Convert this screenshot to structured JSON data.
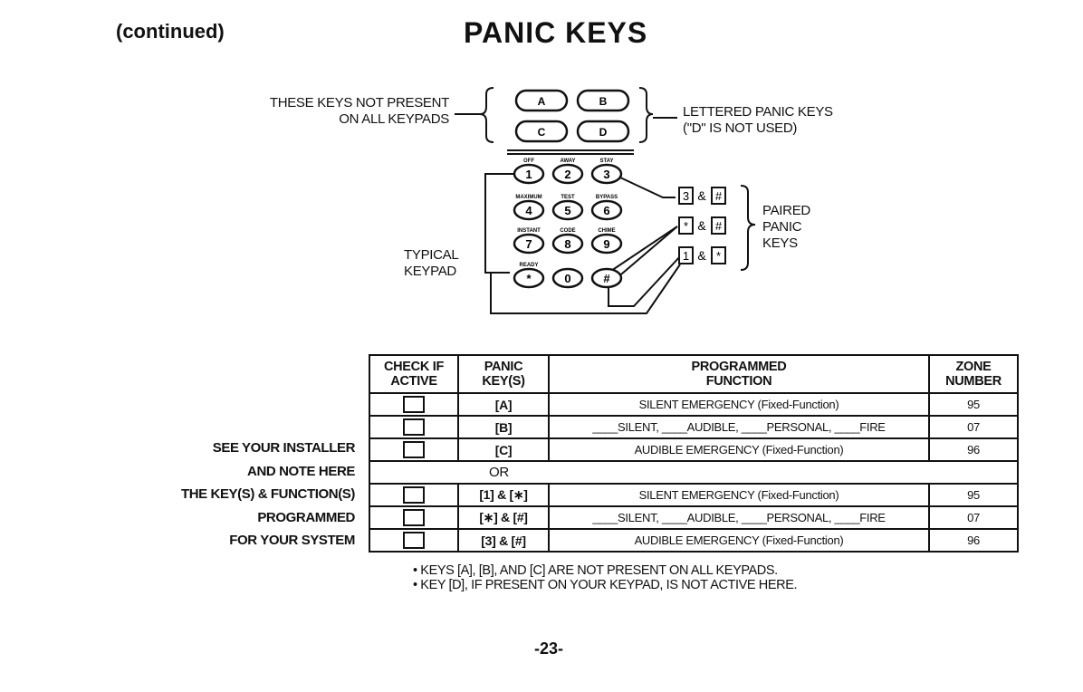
{
  "header": {
    "continued": "(continued)",
    "title": "PANIC KEYS"
  },
  "keypad": {
    "note_keys_not_present": [
      "THESE KEYS NOT PRESENT",
      "ON ALL KEYPADS"
    ],
    "lettered_label": [
      "LETTERED PANIC KEYS",
      "(\"D\" IS NOT USED)"
    ],
    "typical_label": [
      "TYPICAL",
      "KEYPAD"
    ],
    "paired_label": [
      "PAIRED",
      "PANIC",
      "KEYS"
    ],
    "letter_keys": [
      "A",
      "B",
      "C",
      "D"
    ],
    "number_keys": [
      {
        "key": "1",
        "caption": "OFF"
      },
      {
        "key": "2",
        "caption": "AWAY"
      },
      {
        "key": "3",
        "caption": "STAY"
      },
      {
        "key": "4",
        "caption": "MAXIMUM"
      },
      {
        "key": "5",
        "caption": "TEST"
      },
      {
        "key": "6",
        "caption": "BYPASS"
      },
      {
        "key": "7",
        "caption": "INSTANT"
      },
      {
        "key": "8",
        "caption": "CODE"
      },
      {
        "key": "9",
        "caption": "CHIME"
      },
      {
        "key": "*",
        "caption": "READY"
      },
      {
        "key": "0",
        "caption": ""
      },
      {
        "key": "#",
        "caption": ""
      }
    ],
    "pairs": [
      {
        "a": "3",
        "amp": "&",
        "b": "#"
      },
      {
        "a": "*",
        "amp": "&",
        "b": "#"
      },
      {
        "a": "1",
        "amp": "&",
        "b": "*"
      }
    ]
  },
  "side_note": [
    "SEE YOUR INSTALLER",
    "AND NOTE HERE",
    "THE KEY(S) & FUNCTION(S)",
    "PROGRAMMED",
    "FOR YOUR SYSTEM"
  ],
  "table": {
    "headers": {
      "check": [
        "CHECK IF",
        "ACTIVE"
      ],
      "keys": [
        "PANIC",
        "KEY(S)"
      ],
      "function": [
        "PROGRAMMED",
        "FUNCTION"
      ],
      "zone": [
        "ZONE",
        "NUMBER"
      ]
    },
    "rows_top": [
      {
        "keys": "[A]",
        "function": "SILENT EMERGENCY (Fixed-Function)",
        "zone": "95"
      },
      {
        "keys": "[B]",
        "function": "____SILENT, ____AUDIBLE, ____PERSONAL, ____FIRE",
        "zone": "07"
      },
      {
        "keys": "[C]",
        "function": "AUDIBLE EMERGENCY (Fixed-Function)",
        "zone": "96"
      }
    ],
    "or_text": "OR",
    "rows_bottom": [
      {
        "keys": "[1] & [∗]",
        "function": "SILENT EMERGENCY (Fixed-Function)",
        "zone": "95"
      },
      {
        "keys": "[∗] & [#]",
        "function": "____SILENT, ____AUDIBLE, ____PERSONAL, ____FIRE",
        "zone": "07"
      },
      {
        "keys": "[3] & [#]",
        "function": "AUDIBLE EMERGENCY (Fixed-Function)",
        "zone": "96"
      }
    ]
  },
  "notes": [
    "• KEYS [A], [B], AND [C] ARE NOT PRESENT ON ALL KEYPADS.",
    "• KEY [D], IF PRESENT ON YOUR KEYPAD, IS NOT ACTIVE HERE."
  ],
  "page_number": "-23-"
}
